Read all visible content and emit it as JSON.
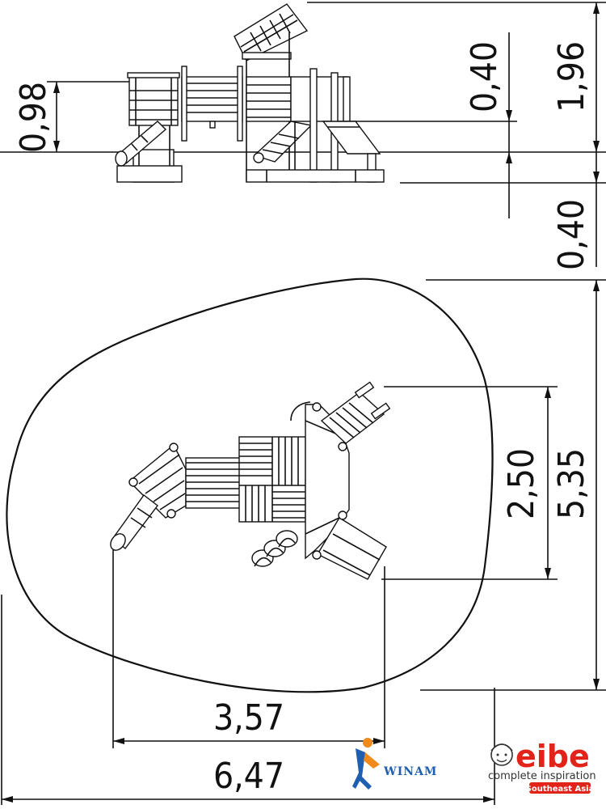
{
  "dimensions": {
    "side_height_total": "1,96",
    "side_deck_top": "0,40",
    "side_below_ground": "0,40",
    "side_left_height": "0,98",
    "plan_depth_equipment": "2,50",
    "plan_depth_area": "5,35",
    "plan_width_equipment": "3,57",
    "plan_width_area": "6,47"
  },
  "logos": {
    "winam": "WINAM",
    "eibe_word": "eibe",
    "eibe_tagline": "complete inspiration",
    "eibe_region": "Southeast Asia"
  },
  "colors": {
    "line": "#111111",
    "winam_blue": "#1f5fb0",
    "winam_orange": "#f08a1c",
    "eibe_red": "#e2231a"
  }
}
